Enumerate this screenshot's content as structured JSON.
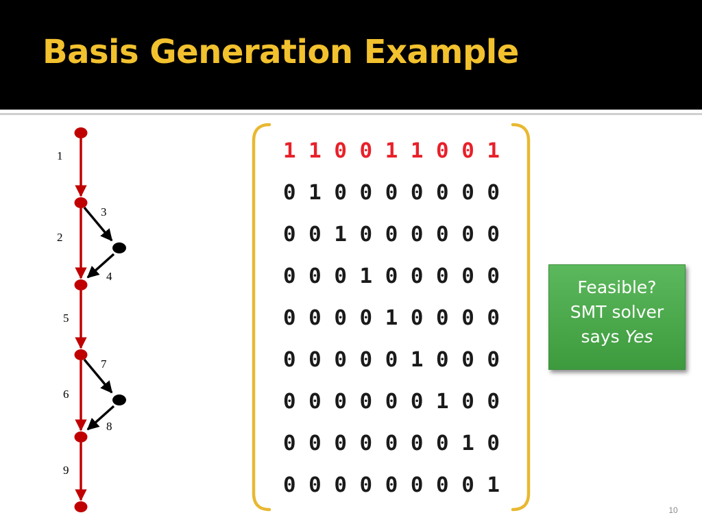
{
  "slide": {
    "title": "Basis Generation Example",
    "page_number": "10"
  },
  "graph": {
    "main_edge_labels": [
      "1",
      "2",
      "5",
      "6",
      "9"
    ],
    "branch_in_labels": [
      "3",
      "7"
    ],
    "branch_out_labels": [
      "4",
      "8"
    ],
    "colors": {
      "main_path": "#c00000",
      "branch": "#000000"
    }
  },
  "matrix": {
    "rows": [
      "1 1 0 0 1 1 0 0 1",
      "0 1 0 0 0 0 0 0 0",
      "0 0 1 0 0 0 0 0 0",
      "0 0 0 1 0 0 0 0 0",
      "0 0 0 0 1 0 0 0 0",
      "0 0 0 0 0 1 0 0 0",
      "0 0 0 0 0 0 1 0 0",
      "0 0 0 0 0 0 0 1 0",
      "0 0 0 0 0 0 0 0 1"
    ],
    "colors": {
      "highlight_row": "#e8202a",
      "row": "#1a1a1a",
      "bracket": "#e8b830"
    }
  },
  "callout": {
    "line1": "Feasible?",
    "line2": "SMT solver",
    "line3_prefix": "says",
    "line3_answer": "Yes",
    "color": "#4caf50"
  }
}
